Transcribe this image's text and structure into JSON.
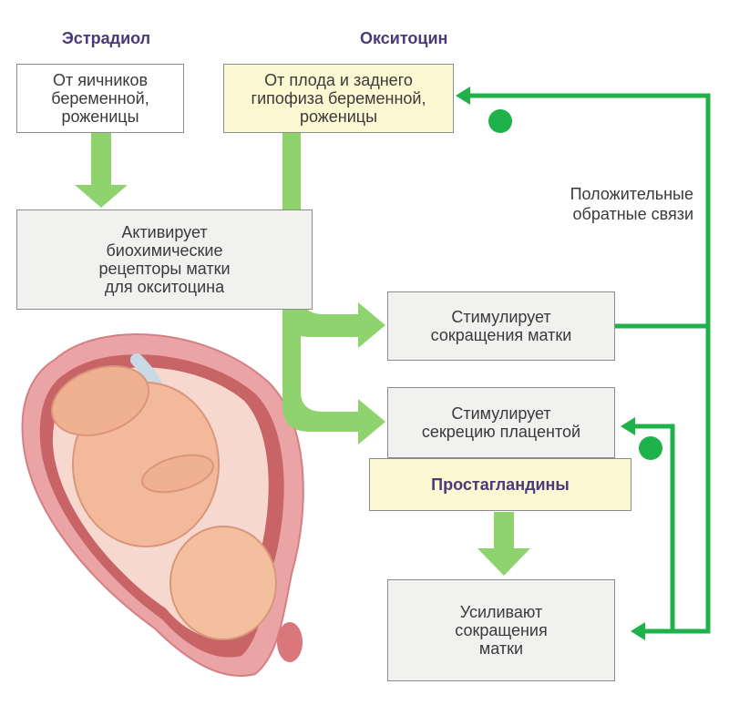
{
  "titles": {
    "estradiol": "Эстрадиол",
    "oxytocin": "Окситоцин"
  },
  "boxes": {
    "ovaries": [
      "От яичников",
      "беременной,",
      "роженицы"
    ],
    "fetus": [
      "От плода и заднего",
      "гипофиза беременной,",
      "роженицы"
    ],
    "activates": [
      "Активирует",
      "биохимические",
      "рецепторы матки",
      "для окситоцина"
    ],
    "stimulates_contraction": [
      "Стимулирует",
      "сокращения матки"
    ],
    "stimulates_secretion": [
      "Стимулирует",
      "секрецию плацентой"
    ],
    "prostaglandins": "Простагландины",
    "enhance": [
      "Усиливают",
      "сокращения",
      "матки"
    ]
  },
  "feedback_label": [
    "Положительные",
    "обратные связи"
  ],
  "colors": {
    "arrow_light_green": "#8fd36f",
    "feedback_green": "#1fb24b",
    "uterus_pink": "#e8a0a2",
    "fetus_skin": "#f2b99a"
  }
}
